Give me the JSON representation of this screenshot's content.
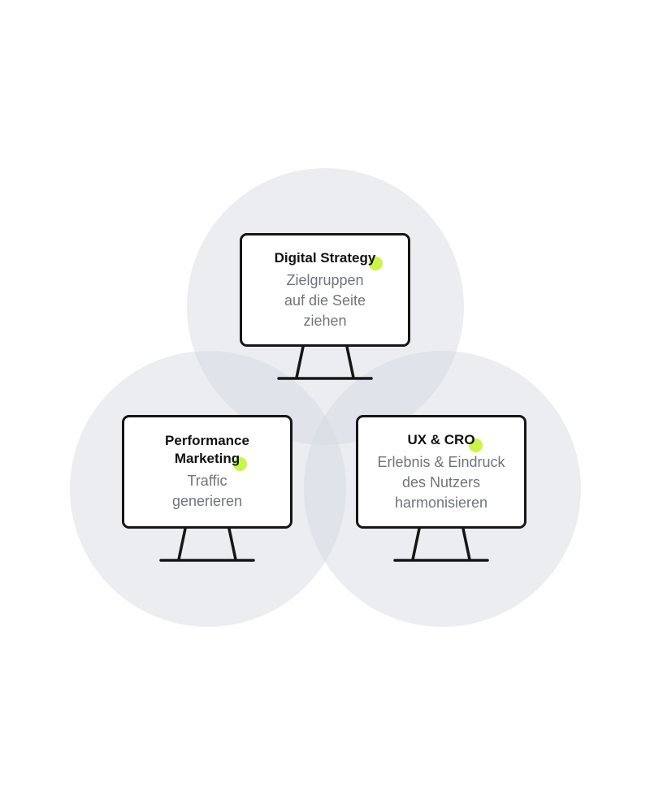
{
  "colors": {
    "circle_fill": "#d2d7e0",
    "accent_dot": "#c8f54a",
    "outline": "#161616",
    "title_text": "#111111",
    "desc_text": "#6f747c"
  },
  "nodes": {
    "digital_strategy": {
      "title": "Digital Strategy",
      "desc_lines": [
        "Zielgruppen",
        "auf die Seite",
        "ziehen"
      ]
    },
    "performance_marketing": {
      "title_lines": [
        "Performance",
        "Marketing"
      ],
      "desc_lines": [
        "Traffic",
        "generieren"
      ]
    },
    "ux_cro": {
      "title": "UX & CRO",
      "desc_lines": [
        "Erlebnis & Eindruck",
        "des Nutzers",
        "harmonisieren"
      ]
    }
  },
  "icons": [
    "monitor-icon"
  ]
}
